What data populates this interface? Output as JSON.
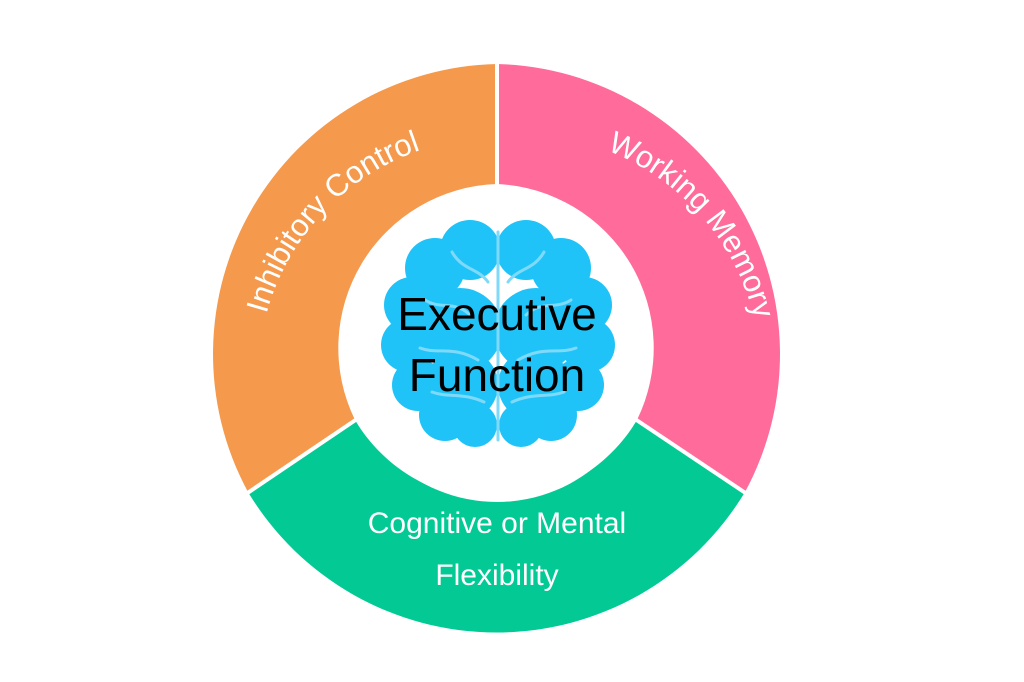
{
  "center": {
    "line1": "Executive",
    "line2": "Function",
    "icon": "brain-icon"
  },
  "segments": {
    "inhibitory": {
      "label": "Inhibitory Control"
    },
    "working": {
      "label": "Working Memory"
    },
    "flexibility": {
      "line1": "Cognitive or Mental",
      "line2": "Flexibility"
    }
  },
  "colors": {
    "inhibitory": "#F5994C",
    "working": "#FF6B9A",
    "flexibility": "#03CA95",
    "brain": "#1FC3F7",
    "brain_fold": "#7FDAF9",
    "center_ring": "#FFFFFF"
  }
}
